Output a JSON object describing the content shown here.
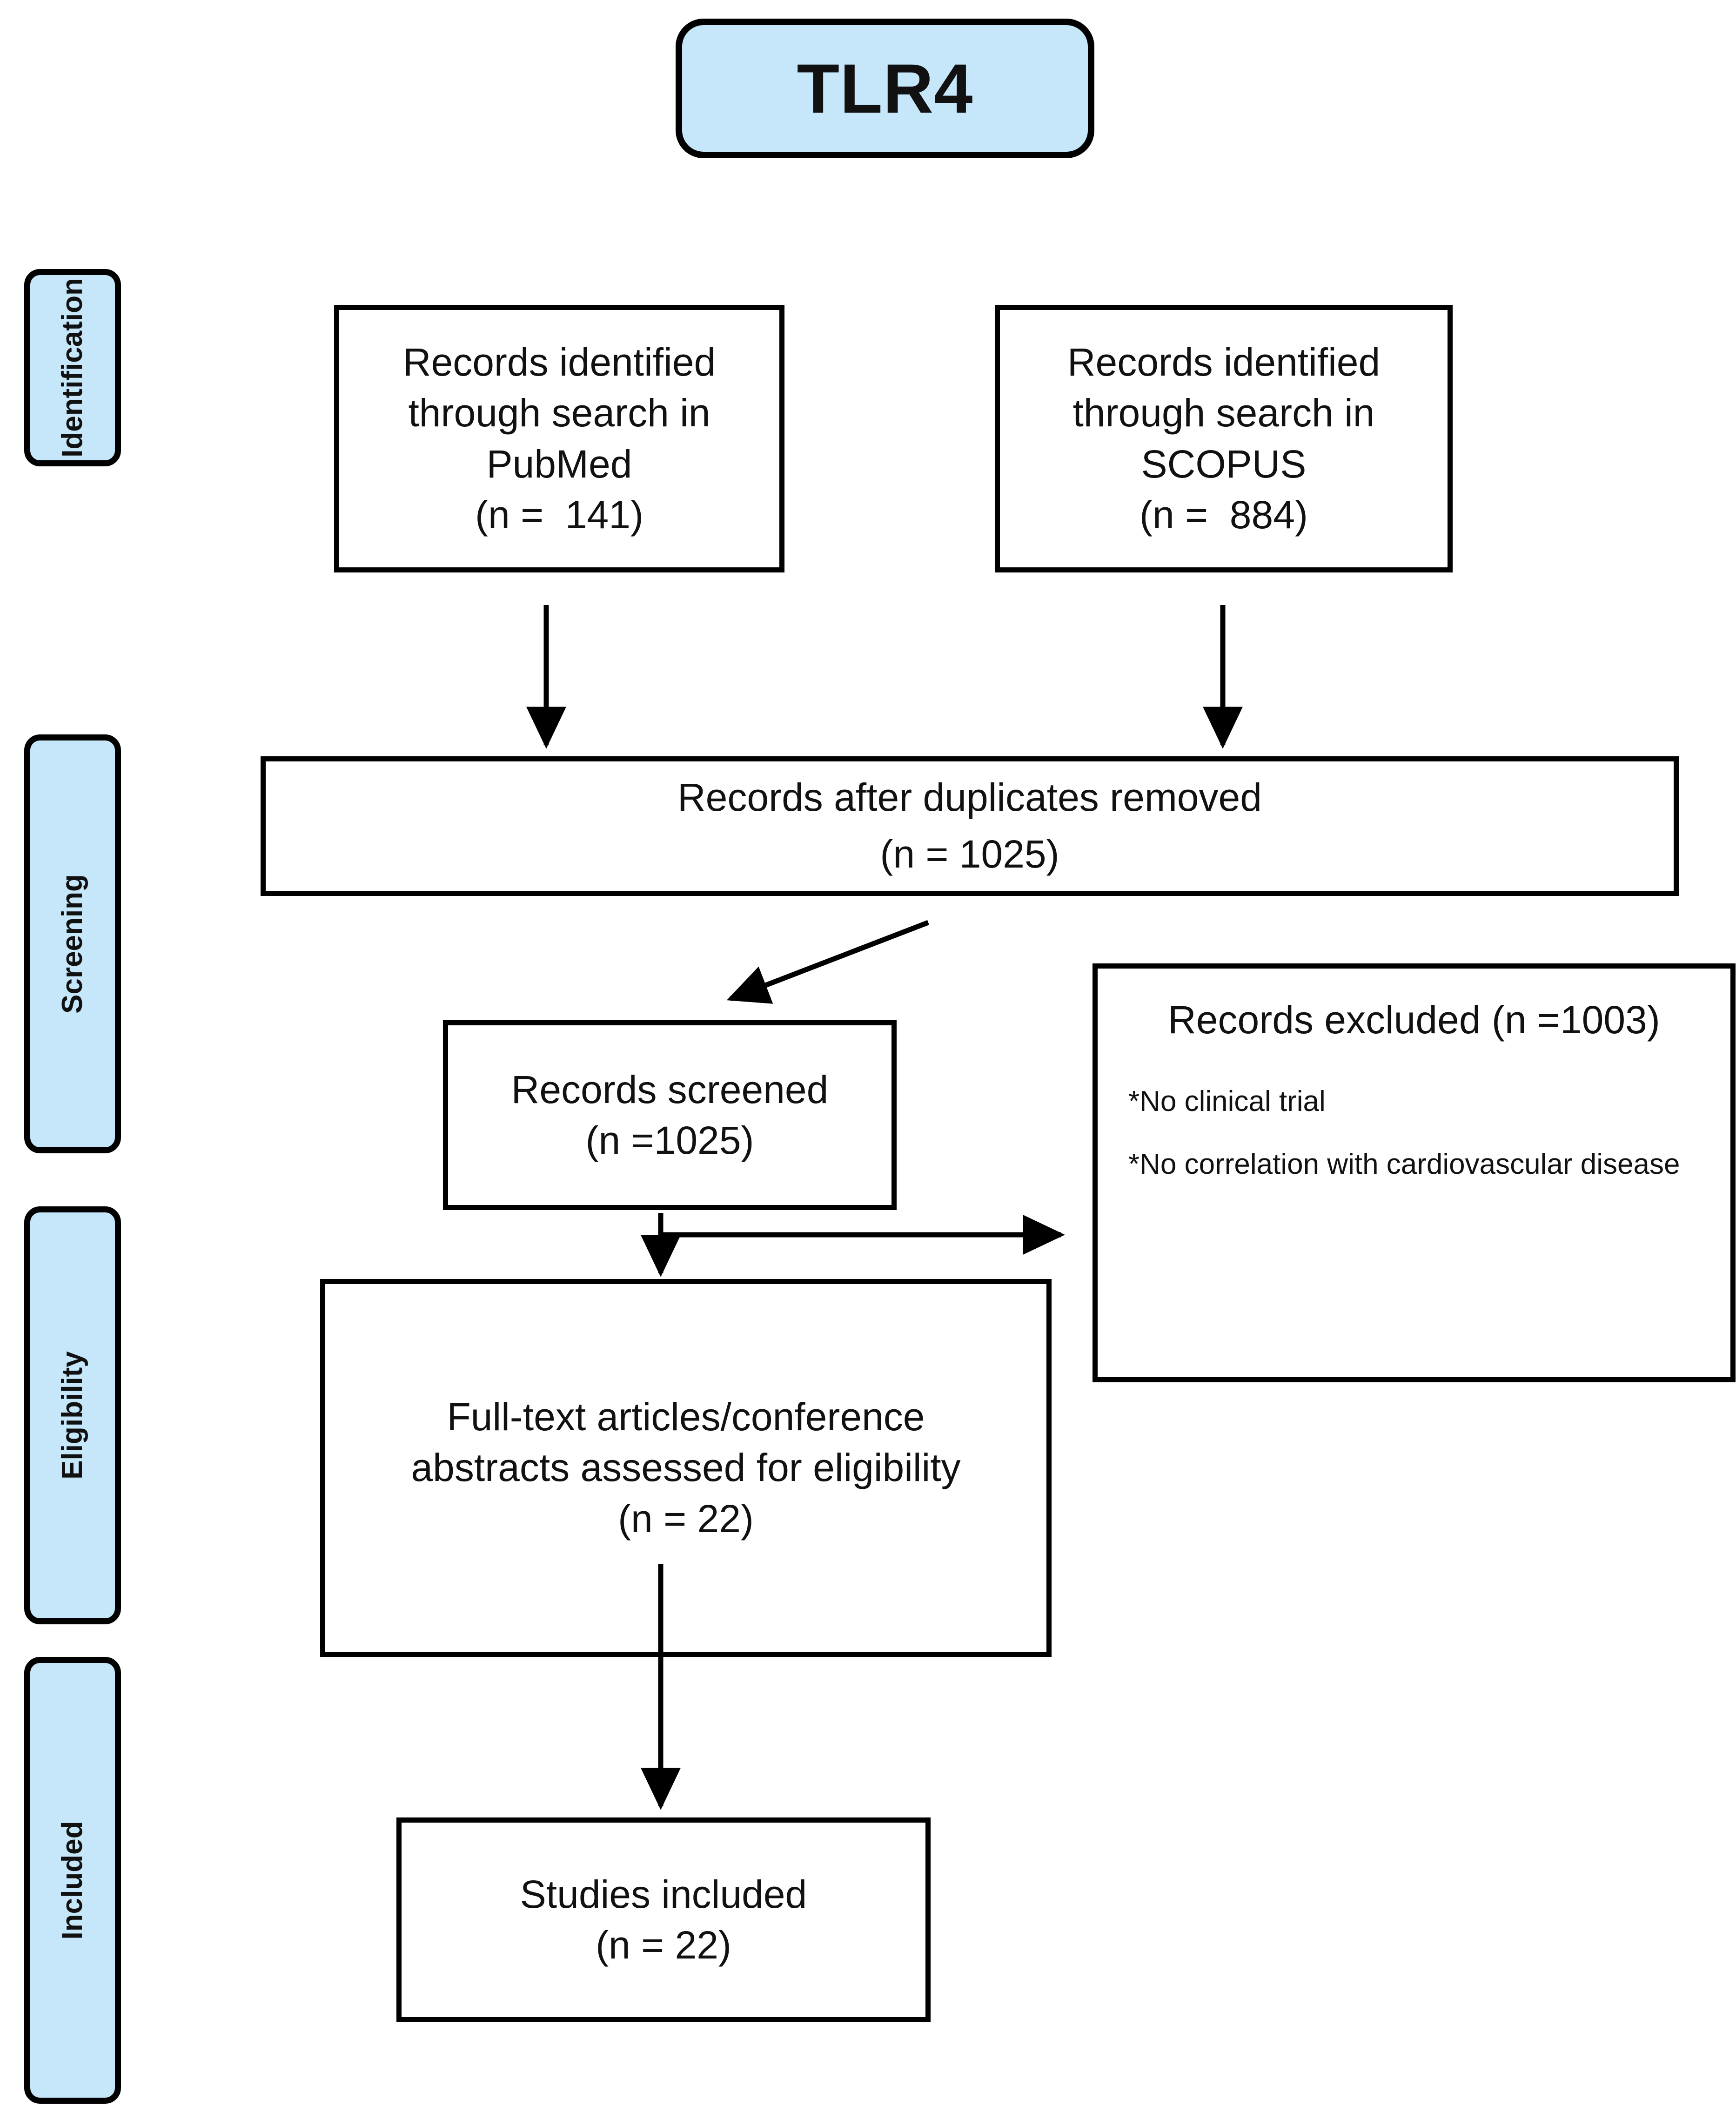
{
  "title": {
    "label": "TLR4"
  },
  "stages": [
    {
      "name": "identification",
      "label": "Identification"
    },
    {
      "name": "screening",
      "label": "Screening"
    },
    {
      "name": "eligibility",
      "label": "Eligibility"
    },
    {
      "name": "included",
      "label": "Included"
    }
  ],
  "boxes": {
    "pubmed": {
      "lines": [
        "Records identified",
        "through search in",
        "PubMed",
        "(n =  141)"
      ]
    },
    "scopus": {
      "lines": [
        "Records identified",
        "through search in",
        "SCOPUS",
        "(n =  884)"
      ]
    },
    "duplicates": {
      "lines": [
        "Records after duplicates removed",
        "(n = 1025)"
      ]
    },
    "screened": {
      "lines": [
        "Records screened",
        "(n =1025)"
      ]
    },
    "excluded": {
      "heading": "Records excluded (n =1003)",
      "reasons": [
        "*No clinical trial",
        "*No correlation with cardiovascular disease"
      ]
    },
    "fulltext": {
      "lines": [
        "Full-text articles/conference",
        "abstracts assessed for eligibility",
        "(n = 22)"
      ]
    },
    "included": {
      "lines": [
        "Studies included",
        "(n = 22)"
      ]
    }
  },
  "chart_data": {
    "type": "diagram",
    "title": "TLR4",
    "diagram_kind": "PRISMA flow diagram",
    "stages": [
      "Identification",
      "Screening",
      "Eligibility",
      "Included"
    ],
    "nodes": [
      {
        "id": "pubmed",
        "stage": "Identification",
        "label": "Records identified through search in PubMed",
        "n": 141
      },
      {
        "id": "scopus",
        "stage": "Identification",
        "label": "Records identified through search in SCOPUS",
        "n": 884
      },
      {
        "id": "duplicates",
        "stage": "Screening",
        "label": "Records after duplicates removed",
        "n": 1025
      },
      {
        "id": "screened",
        "stage": "Screening",
        "label": "Records screened",
        "n": 1025
      },
      {
        "id": "excluded",
        "stage": "Screening",
        "label": "Records excluded",
        "n": 1003,
        "reasons": [
          "No clinical trial",
          "No correlation with cardiovascular disease"
        ]
      },
      {
        "id": "fulltext",
        "stage": "Eligibility",
        "label": "Full-text articles/conference abstracts assessed for eligibility",
        "n": 22
      },
      {
        "id": "included",
        "stage": "Included",
        "label": "Studies included",
        "n": 22
      }
    ],
    "edges": [
      {
        "from": "pubmed",
        "to": "duplicates"
      },
      {
        "from": "scopus",
        "to": "duplicates"
      },
      {
        "from": "duplicates",
        "to": "screened"
      },
      {
        "from": "screened",
        "to": "excluded"
      },
      {
        "from": "screened",
        "to": "fulltext"
      },
      {
        "from": "fulltext",
        "to": "included"
      }
    ],
    "colors": {
      "accent": "#c6e6fa",
      "outline": "#000000",
      "background": "#ffffff"
    }
  }
}
